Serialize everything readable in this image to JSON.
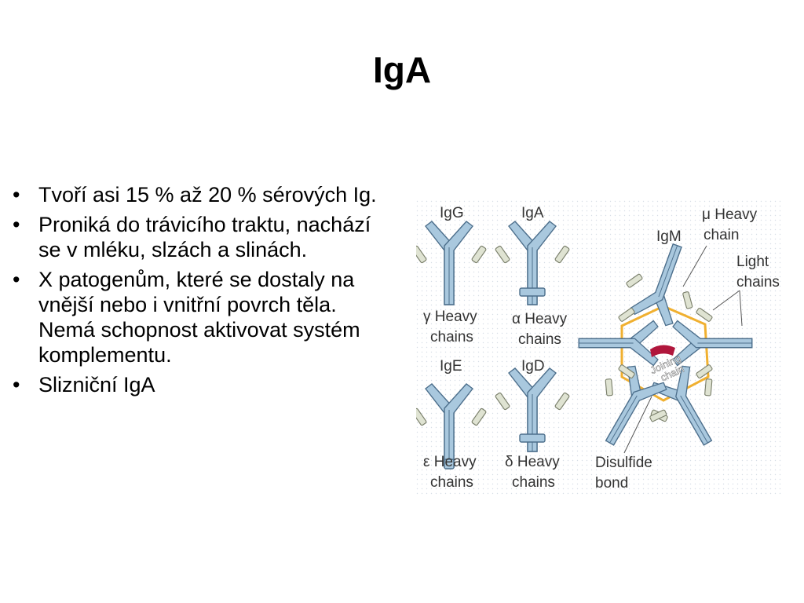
{
  "slide": {
    "title": "IgA",
    "bullets": [
      "Tvoří asi 15 % až 20 % sérových Ig.",
      "Proniká do trávicího traktu, nachází se v mléku, slzách a slinách.",
      "X patogenům, které se dostaly na vnější nebo i vnitřní povrch těla. Nemá schopnost aktivovat systém komplementu.",
      "Slizniční IgA"
    ]
  },
  "figure": {
    "labels": {
      "igg": "IgG",
      "iga": "IgA",
      "ige": "IgE",
      "igd": "IgD",
      "igm": "IgM",
      "gamma_heavy_1": "γ Heavy",
      "gamma_heavy_2": "chains",
      "alpha_heavy_1": "α Heavy",
      "alpha_heavy_2": "chains",
      "epsilon_heavy_1": "ε Heavy",
      "epsilon_heavy_2": "chains",
      "delta_heavy_1": "δ Heavy",
      "delta_heavy_2": "chains",
      "mu_heavy_1": "μ Heavy",
      "mu_heavy_2": "chain",
      "light_1": "Light",
      "light_2": "chains",
      "joining_1": "Joining",
      "joining_2": "chain",
      "disulfide_1": "Disulfide",
      "disulfide_2": "bond"
    },
    "colors": {
      "heavy_chain": "#a9c8de",
      "light_chain": "#dfe3d2",
      "disulfide": "#f0b030",
      "joining_chain": "#b0163c"
    }
  }
}
